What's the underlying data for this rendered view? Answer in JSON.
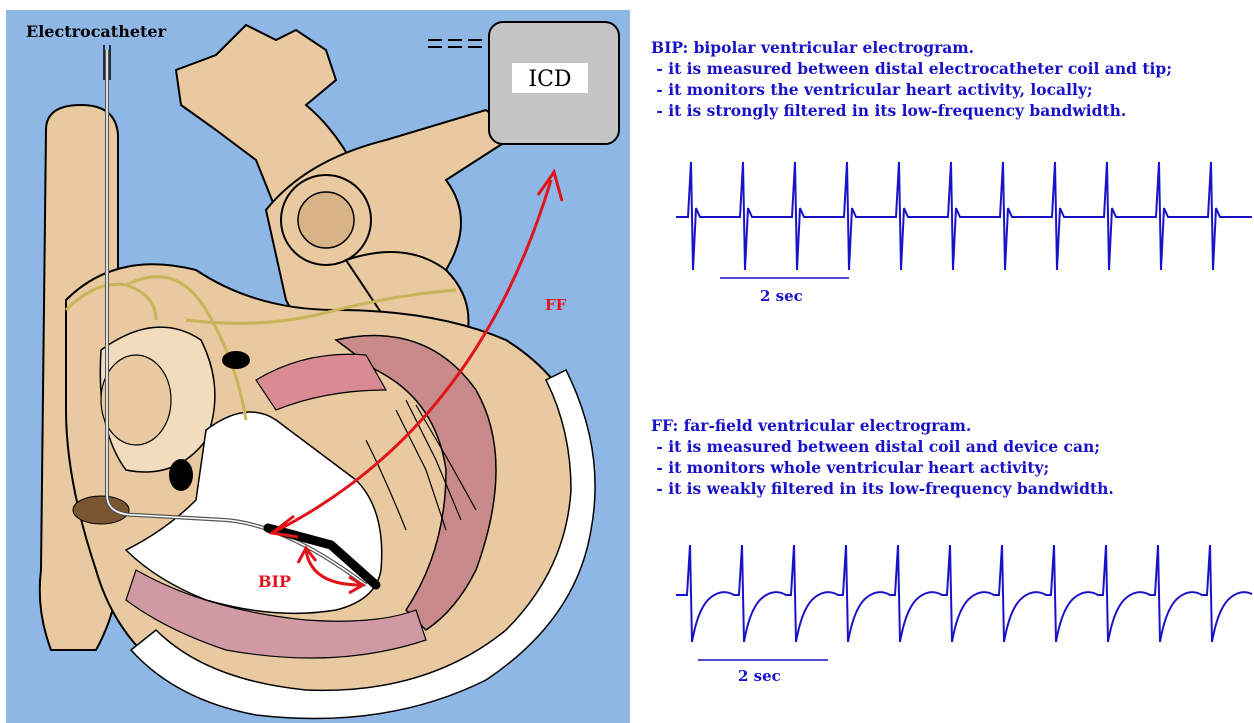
{
  "diagram": {
    "electrocatheter_label": "Electrocatheter",
    "icd_label": "ICD",
    "ff_label": "FF",
    "bip_label": "BIP"
  },
  "bip_panel": {
    "heading": "BIP: bipolar ventricular electrogram.",
    "items": [
      " - it is measured between distal electrocatheter coil and tip;",
      " - it monitors the ventricular heart activity, locally;",
      " - it is strongly filtered in its low-frequency bandwidth."
    ],
    "scale_label": "2 sec",
    "beats": 11
  },
  "ff_panel": {
    "heading": "FF: far-field ventricular electrogram.",
    "items": [
      " - it is measured between distal coil and device can;",
      " - it monitors whole ventricular heart activity;",
      " - it is weakly filtered in its low-frequency bandwidth."
    ],
    "scale_label": "2 sec",
    "beats": 11
  },
  "colors": {
    "background_blue": "#8fb7e6",
    "heart_tan": "#e8c9a0",
    "text_blue": "#1a12c8",
    "arrow_red": "#e0141a",
    "icd_gray": "#c4c4c4"
  }
}
